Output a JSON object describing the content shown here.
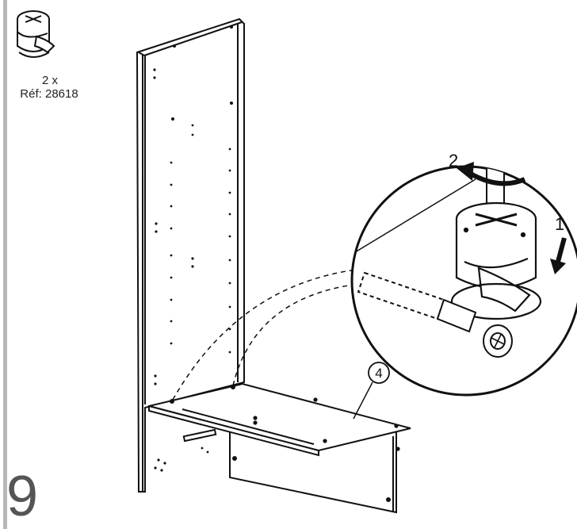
{
  "part": {
    "quantity": "2 x",
    "reference": "Réf: 28618",
    "icon": "cam-lock-icon"
  },
  "step": {
    "number": "9"
  },
  "callouts": {
    "panel": "4",
    "action_1": "1",
    "action_2": "2"
  },
  "icons": {
    "screwdriver": "screwdriver-icon",
    "rotate": "rotate-arrow-icon",
    "press": "down-arrow-icon"
  }
}
